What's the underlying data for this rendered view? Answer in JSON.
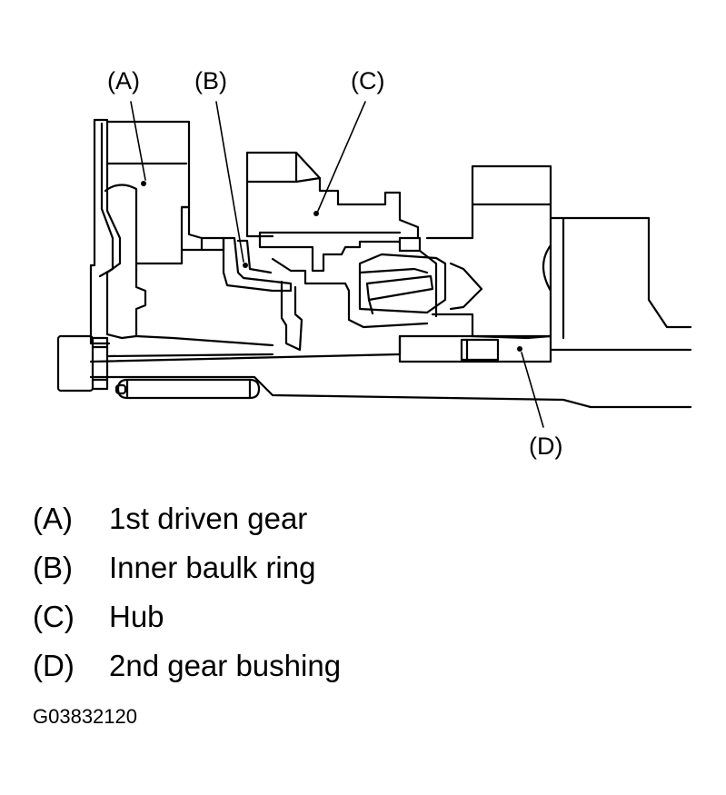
{
  "callouts": {
    "a": "(A)",
    "b": "(B)",
    "c": "(C)",
    "d": "(D)"
  },
  "legend": [
    {
      "key": "(A)",
      "text": "1st driven gear"
    },
    {
      "key": "(B)",
      "text": "Inner baulk ring"
    },
    {
      "key": "(C)",
      "text": "Hub"
    },
    {
      "key": "(D)",
      "text": "2nd gear bushing"
    }
  ],
  "figure_id": "G03832120"
}
